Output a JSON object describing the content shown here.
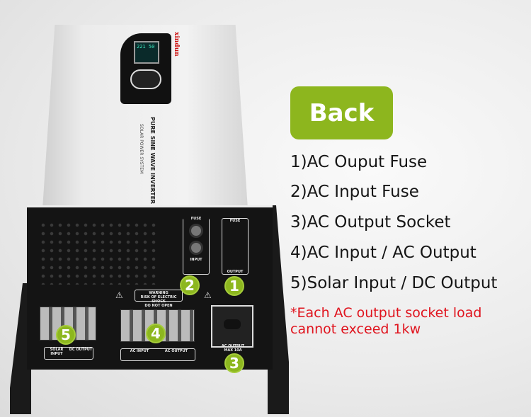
{
  "product": {
    "brand": "xindun",
    "model_label": "PURE SINE WAVE INVERTER",
    "subtitle": "SOLAR POWER SYSTEM",
    "lcd_text": "221 50",
    "labels": {
      "fuse_input_top": "FUSE",
      "fuse_input_bottom": "INPUT",
      "fuse_output_top": "FUSE",
      "fuse_output_bottom": "OUTPUT",
      "warning": [
        "WARNING",
        "RISK OF ELECTRIC SHOCK",
        "DO NOT OPEN"
      ],
      "solar_input": "SOLAR INPUT",
      "dc_output": "DC OUTPUT",
      "ac_input": "AC INPUT",
      "ac_output": "AC OUTPUT",
      "socket": [
        "AC OUTPUT",
        "MAX 10A"
      ]
    },
    "markers": [
      "1",
      "2",
      "3",
      "4",
      "5"
    ]
  },
  "heading": "Back",
  "items": [
    "1)AC Ouput Fuse",
    "2)AC Input Fuse",
    "3)AC Output Socket",
    "4)AC Input / AC Output",
    "5)Solar Input / DC Output"
  ],
  "note": [
    "*Each AC output socket load",
    "cannot exceed 1kw"
  ],
  "colors": {
    "accent": "#8db61e",
    "note": "#e0141e"
  }
}
